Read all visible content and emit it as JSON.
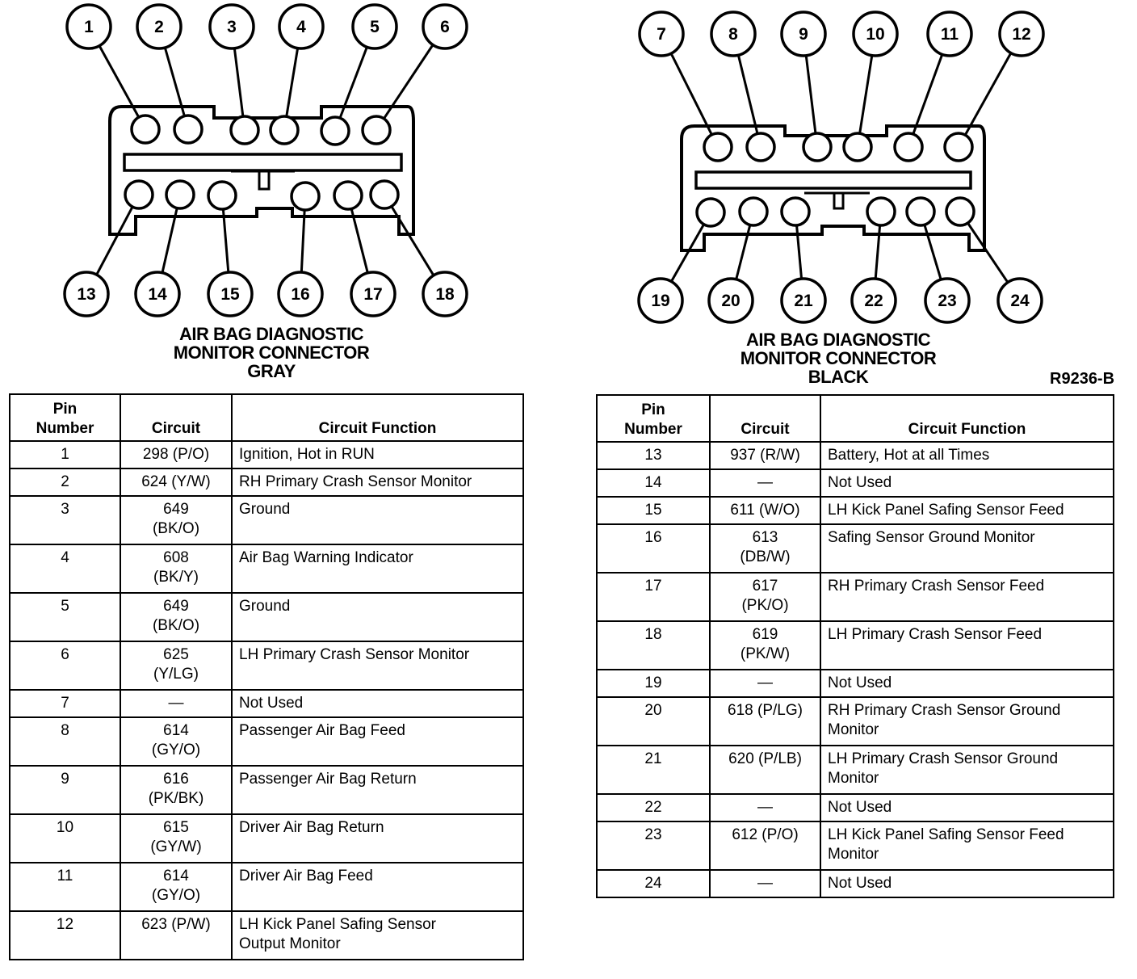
{
  "connectors": [
    {
      "id": "gray",
      "caption": [
        "AIR BAG DIAGNOSTIC",
        "MONITOR CONNECTOR",
        "GRAY"
      ],
      "top_pins": [
        "1",
        "2",
        "3",
        "4",
        "5",
        "6"
      ],
      "bottom_pins": [
        "13",
        "14",
        "15",
        "16",
        "17",
        "18"
      ]
    },
    {
      "id": "black",
      "caption": [
        "AIR BAG DIAGNOSTIC",
        "MONITOR CONNECTOR",
        "BLACK"
      ],
      "top_pins": [
        "7",
        "8",
        "9",
        "10",
        "11",
        "12"
      ],
      "bottom_pins": [
        "19",
        "20",
        "21",
        "22",
        "23",
        "24"
      ]
    }
  ],
  "ref_code": "R9236-B",
  "table_headers": {
    "pin": [
      "Pin",
      "Number"
    ],
    "circuit": "Circuit",
    "function": "Circuit Function"
  },
  "tables": [
    {
      "id": "gray",
      "rows": [
        {
          "pin": "1",
          "circuit": [
            "298 (P/O)"
          ],
          "function": [
            "Ignition, Hot in RUN"
          ]
        },
        {
          "pin": "2",
          "circuit": [
            "624 (Y/W)"
          ],
          "function": [
            "RH Primary Crash Sensor Monitor"
          ]
        },
        {
          "pin": "3",
          "circuit": [
            "649",
            "(BK/O)"
          ],
          "function": [
            "Ground"
          ]
        },
        {
          "pin": "4",
          "circuit": [
            "608",
            "(BK/Y)"
          ],
          "function": [
            "Air Bag Warning Indicator"
          ]
        },
        {
          "pin": "5",
          "circuit": [
            "649",
            "(BK/O)"
          ],
          "function": [
            "Ground"
          ]
        },
        {
          "pin": "6",
          "circuit": [
            "625",
            "(Y/LG)"
          ],
          "function": [
            "LH Primary Crash Sensor Monitor"
          ]
        },
        {
          "pin": "7",
          "circuit": [
            "—"
          ],
          "function": [
            "Not Used"
          ]
        },
        {
          "pin": "8",
          "circuit": [
            "614",
            "(GY/O)"
          ],
          "function": [
            "Passenger Air Bag Feed"
          ]
        },
        {
          "pin": "9",
          "circuit": [
            "616",
            "(PK/BK)"
          ],
          "function": [
            "Passenger Air Bag Return"
          ]
        },
        {
          "pin": "10",
          "circuit": [
            "615",
            "(GY/W)"
          ],
          "function": [
            "Driver Air Bag Return"
          ]
        },
        {
          "pin": "11",
          "circuit": [
            "614",
            "(GY/O)"
          ],
          "function": [
            "Driver Air Bag Feed"
          ]
        },
        {
          "pin": "12",
          "circuit": [
            "623 (P/W)"
          ],
          "function": [
            "LH Kick Panel Safing Sensor",
            "Output Monitor"
          ]
        }
      ]
    },
    {
      "id": "black",
      "rows": [
        {
          "pin": "13",
          "circuit": [
            "937 (R/W)"
          ],
          "function": [
            "Battery, Hot at all Times"
          ]
        },
        {
          "pin": "14",
          "circuit": [
            "—"
          ],
          "function": [
            "Not Used"
          ]
        },
        {
          "pin": "15",
          "circuit": [
            "611 (W/O)"
          ],
          "function": [
            "LH Kick Panel Safing Sensor Feed"
          ]
        },
        {
          "pin": "16",
          "circuit": [
            "613",
            "(DB/W)"
          ],
          "function": [
            "Safing Sensor Ground Monitor"
          ]
        },
        {
          "pin": "17",
          "circuit": [
            "617",
            "(PK/O)"
          ],
          "function": [
            "RH Primary Crash Sensor Feed"
          ]
        },
        {
          "pin": "18",
          "circuit": [
            "619",
            "(PK/W)"
          ],
          "function": [
            "LH Primary Crash Sensor Feed"
          ]
        },
        {
          "pin": "19",
          "circuit": [
            "—"
          ],
          "function": [
            "Not Used"
          ]
        },
        {
          "pin": "20",
          "circuit": [
            "618 (P/LG)"
          ],
          "function": [
            "RH Primary Crash Sensor Ground",
            "Monitor"
          ]
        },
        {
          "pin": "21",
          "circuit": [
            "620 (P/LB)"
          ],
          "function": [
            "LH Primary Crash Sensor Ground",
            "Monitor"
          ]
        },
        {
          "pin": "22",
          "circuit": [
            "—"
          ],
          "function": [
            "Not Used"
          ]
        },
        {
          "pin": "23",
          "circuit": [
            "612 (P/O)"
          ],
          "function": [
            "LH Kick Panel Safing Sensor Feed",
            "Monitor"
          ]
        },
        {
          "pin": "24",
          "circuit": [
            "—"
          ],
          "function": [
            "Not Used"
          ]
        }
      ]
    }
  ]
}
